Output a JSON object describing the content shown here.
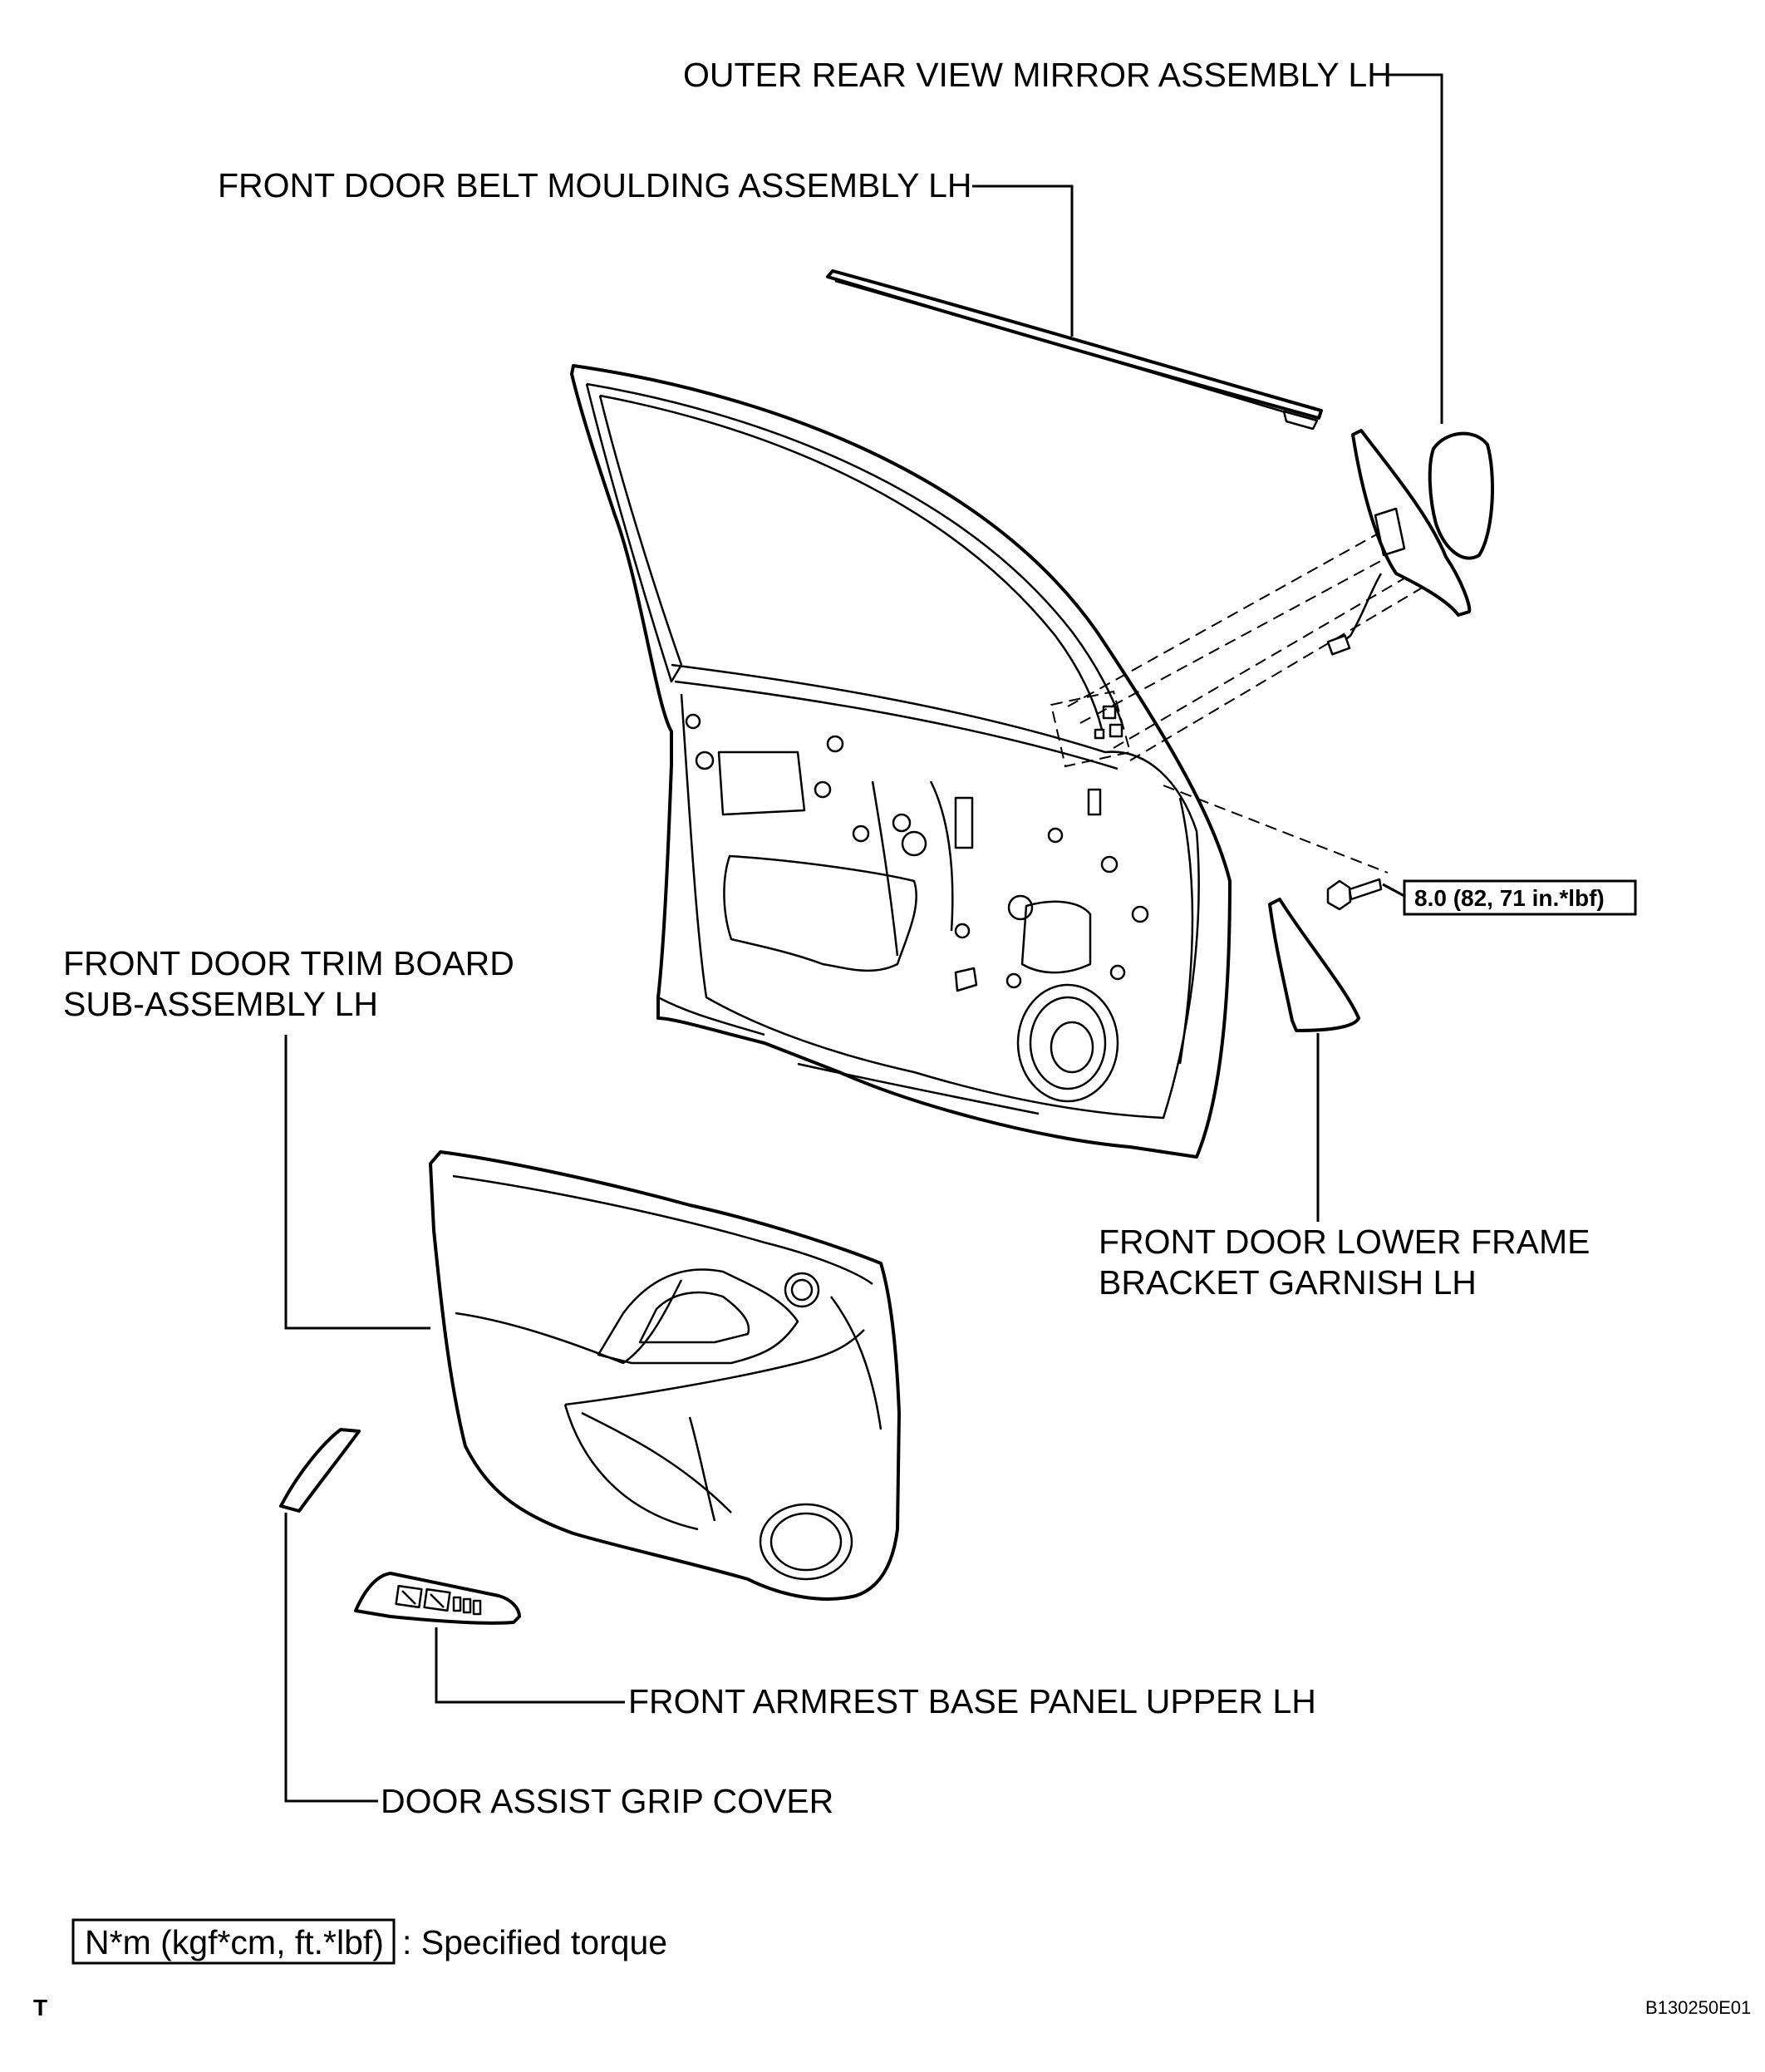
{
  "labels": {
    "mirror": "OUTER REAR VIEW MIRROR ASSEMBLY LH",
    "belt_moulding": "FRONT DOOR BELT MOULDING ASSEMBLY LH",
    "trim_board_line1": "FRONT DOOR TRIM BOARD",
    "trim_board_line2": "SUB-ASSEMBLY LH",
    "garnish_line1": "FRONT DOOR LOWER FRAME",
    "garnish_line2": "BRACKET GARNISH LH",
    "armrest": "FRONT ARMREST BASE PANEL UPPER LH",
    "grip_cover": "DOOR ASSIST GRIP COVER"
  },
  "torque": {
    "value": "8.0 (82, 71 in.*lbf)"
  },
  "legend": {
    "unit_box": "N*m (kgf*cm, ft.*lbf)",
    "description": ": Specified torque"
  },
  "footer": {
    "corner_mark": "T",
    "figure_id": "B130250E01"
  },
  "icons": [
    "bolt-icon",
    "mirror-part",
    "door-panel-part",
    "trim-board-part",
    "garnish-part",
    "armrest-part",
    "grip-cover-part",
    "belt-moulding-part"
  ]
}
